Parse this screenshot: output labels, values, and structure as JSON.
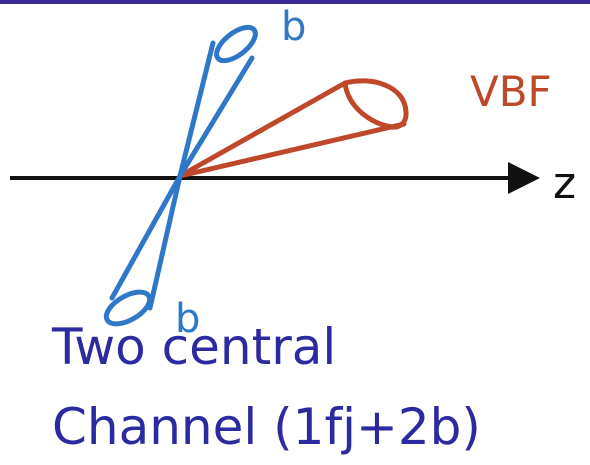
{
  "colors": {
    "top_rule": "#3c2a8f",
    "b_jet": "#2f78c8",
    "vbf_jet": "#c0482a",
    "axis": "#111111",
    "caption": "#2c2aa0"
  },
  "labels": {
    "b_upper": "b",
    "b_lower": "b",
    "vbf": "VBF",
    "axis": "z"
  },
  "caption": {
    "line1": "Two central",
    "line2": "Channel (1fj+2b)"
  }
}
